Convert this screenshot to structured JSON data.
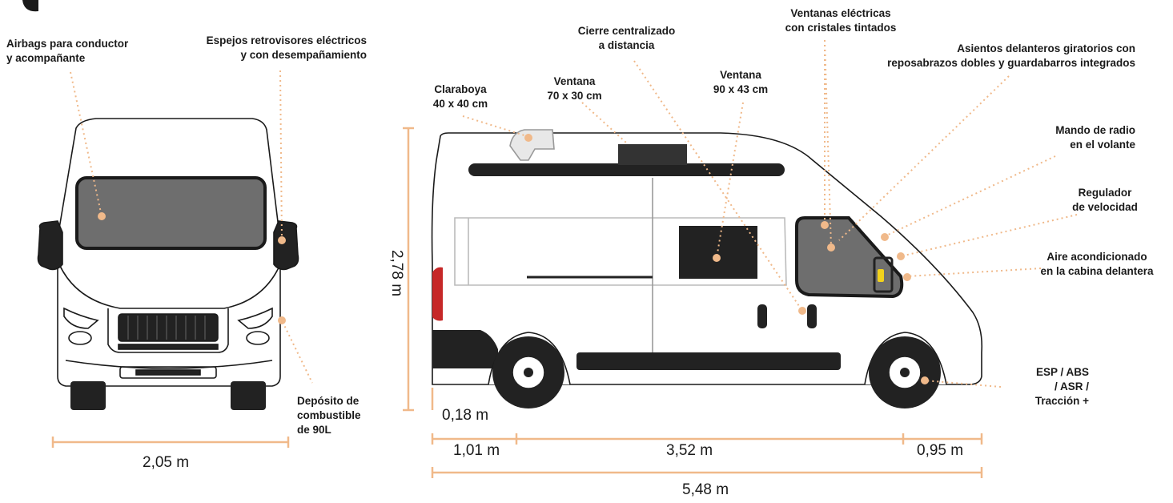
{
  "colors": {
    "accent": "#f0b98a",
    "outline": "#1a1a1a",
    "glass": "#6e6e6e",
    "dark": "#222222",
    "taillight": "#c62828",
    "indicator": "#f2d21b"
  },
  "labels": {
    "airbags": [
      "Airbags para conductor",
      "y acompañante"
    ],
    "mirrors": [
      "Espejos retrovisores eléctricos",
      "y con desempañamiento"
    ],
    "fuel": [
      "Depósito de",
      "combustible",
      "de 90L"
    ],
    "skylight": [
      "Claraboya",
      "40 x 40 cm"
    ],
    "window_small": [
      "Ventana",
      "70 x 30 cm"
    ],
    "central_lock": [
      "Cierre centralizado",
      "a distancia"
    ],
    "window_large": [
      "Ventana",
      "90 x 43 cm"
    ],
    "electric_windows": [
      "Ventanas eléctricas",
      "con cristales tintados"
    ],
    "swivel_seats": [
      "Asientos delanteros giratorios con",
      "reposabrazos dobles y guardabarros integrados"
    ],
    "radio": [
      "Mando de radio",
      "en el volante"
    ],
    "cruise": [
      "Regulador",
      "de velocidad"
    ],
    "aircon": [
      "Aire acondicionado",
      "en la cabina delantera"
    ],
    "safety": [
      "ESP / ABS",
      "/  ASR /",
      "Tracción +"
    ]
  },
  "dimensions": {
    "front_width": "2,05 m",
    "height": "2,78 m",
    "ground_clearance": "0,18 m",
    "rear_overhang": "1,01 m",
    "wheelbase": "3,52 m",
    "front_overhang": "0,95 m",
    "total_length": "5,48 m"
  }
}
